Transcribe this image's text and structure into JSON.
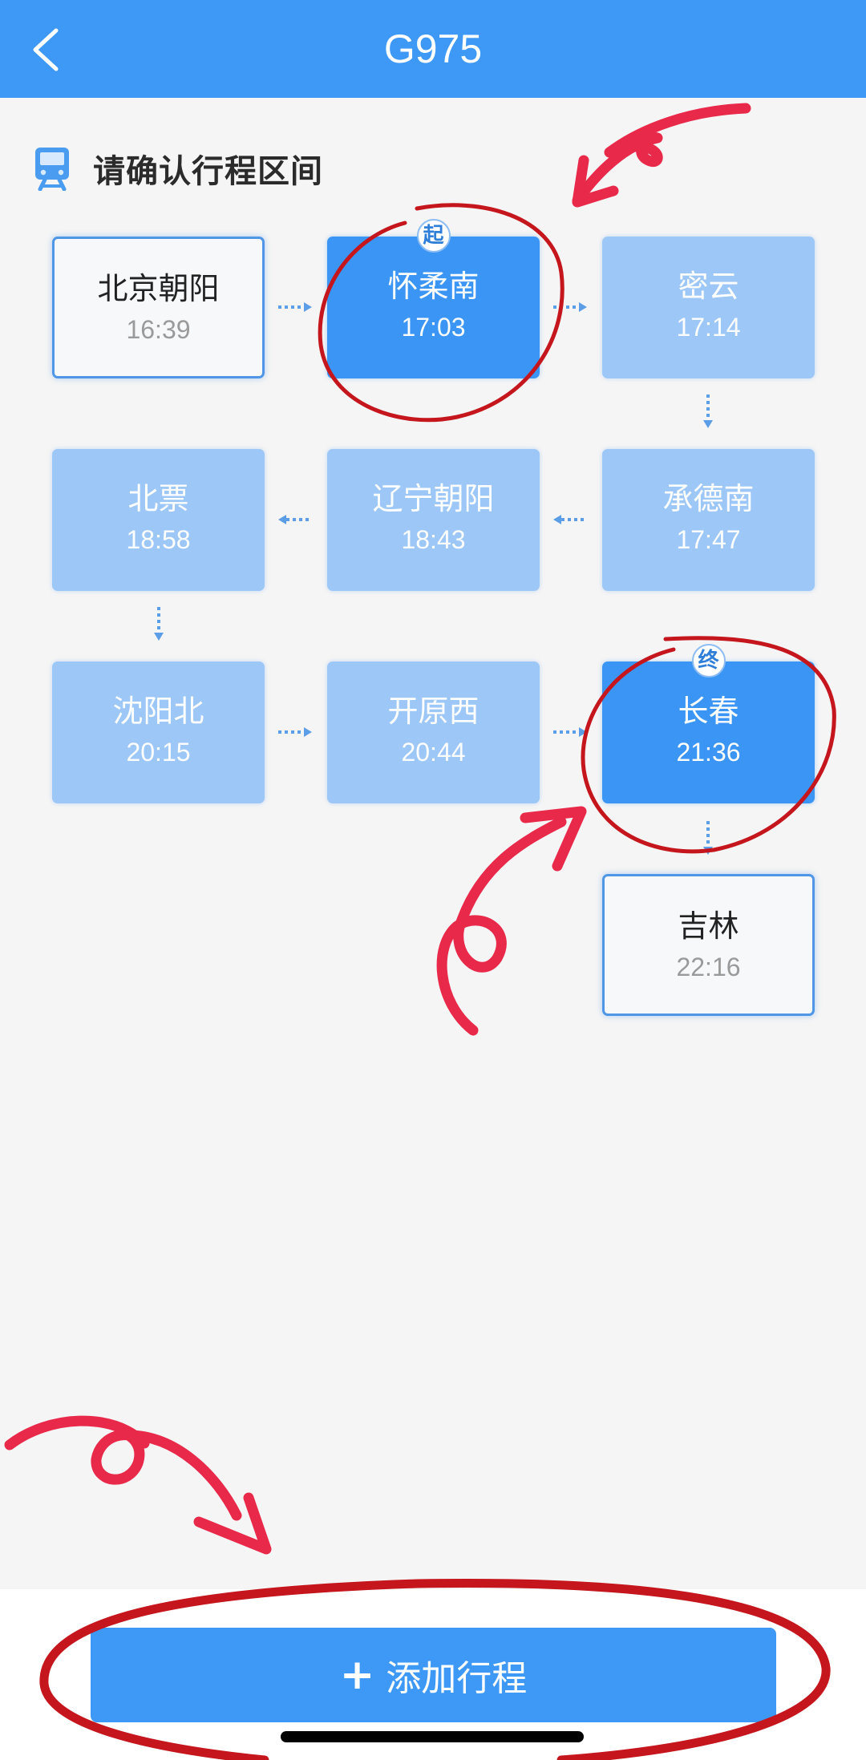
{
  "header": {
    "title": "G975",
    "back_icon": "chevron-left-icon"
  },
  "section": {
    "icon": "train-icon",
    "title": "请确认行程区间"
  },
  "stations": [
    {
      "name": "北京朝阳",
      "time": "16:39",
      "state": "outside"
    },
    {
      "name": "怀柔南",
      "time": "17:03",
      "state": "selected",
      "badge": "起"
    },
    {
      "name": "密云",
      "time": "17:14",
      "state": "middle"
    },
    {
      "name": "承德南",
      "time": "17:47",
      "state": "middle"
    },
    {
      "name": "辽宁朝阳",
      "time": "18:43",
      "state": "middle"
    },
    {
      "name": "北票",
      "time": "18:58",
      "state": "middle"
    },
    {
      "name": "沈阳北",
      "time": "20:15",
      "state": "middle"
    },
    {
      "name": "开原西",
      "time": "20:44",
      "state": "middle"
    },
    {
      "name": "长春",
      "time": "21:36",
      "state": "selected",
      "badge": "终"
    },
    {
      "name": "吉林",
      "time": "22:16",
      "state": "outside"
    }
  ],
  "footer": {
    "add_button_label": "添加行程",
    "add_button_icon": "plus-icon"
  },
  "colors": {
    "primary": "#3d98f6",
    "middle_station": "#9cc7f7",
    "outline_border": "#4f97e6",
    "annotation": "#e0263f"
  }
}
